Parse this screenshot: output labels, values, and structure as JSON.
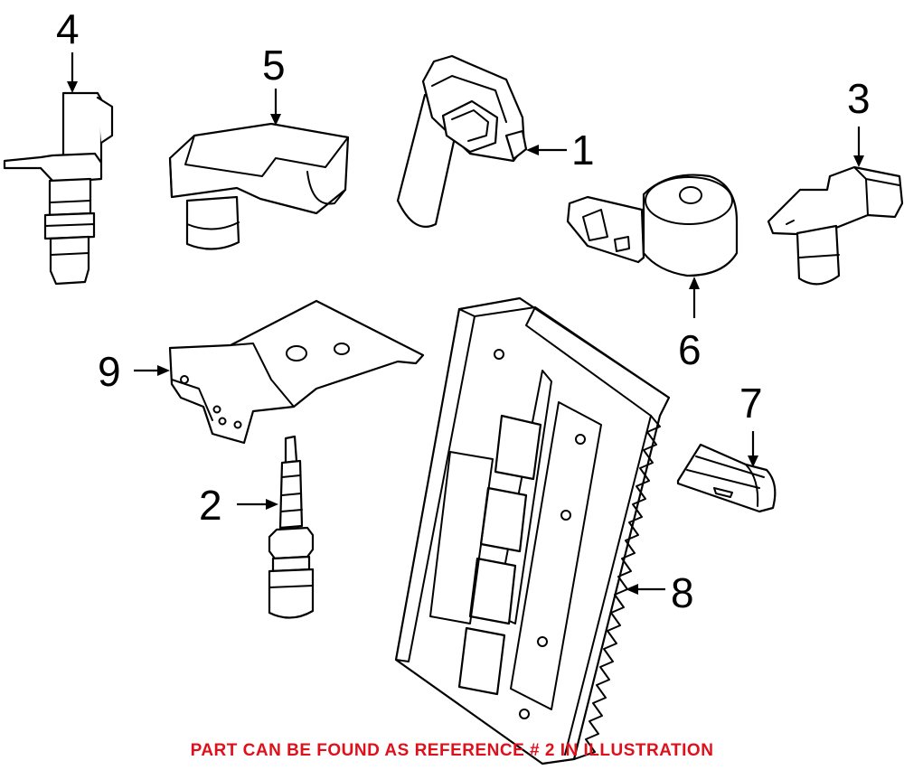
{
  "callouts": {
    "c1": "1",
    "c2": "2",
    "c3": "3",
    "c4": "4",
    "c5": "5",
    "c6": "6",
    "c7": "7",
    "c8": "8",
    "c9": "9"
  },
  "footer_note": "PART CAN BE FOUND AS REFERENCE # 2 IN ILLUSTRATION",
  "colors": {
    "note": "#e0101b",
    "lines": "#000000",
    "background": "#ffffff"
  }
}
